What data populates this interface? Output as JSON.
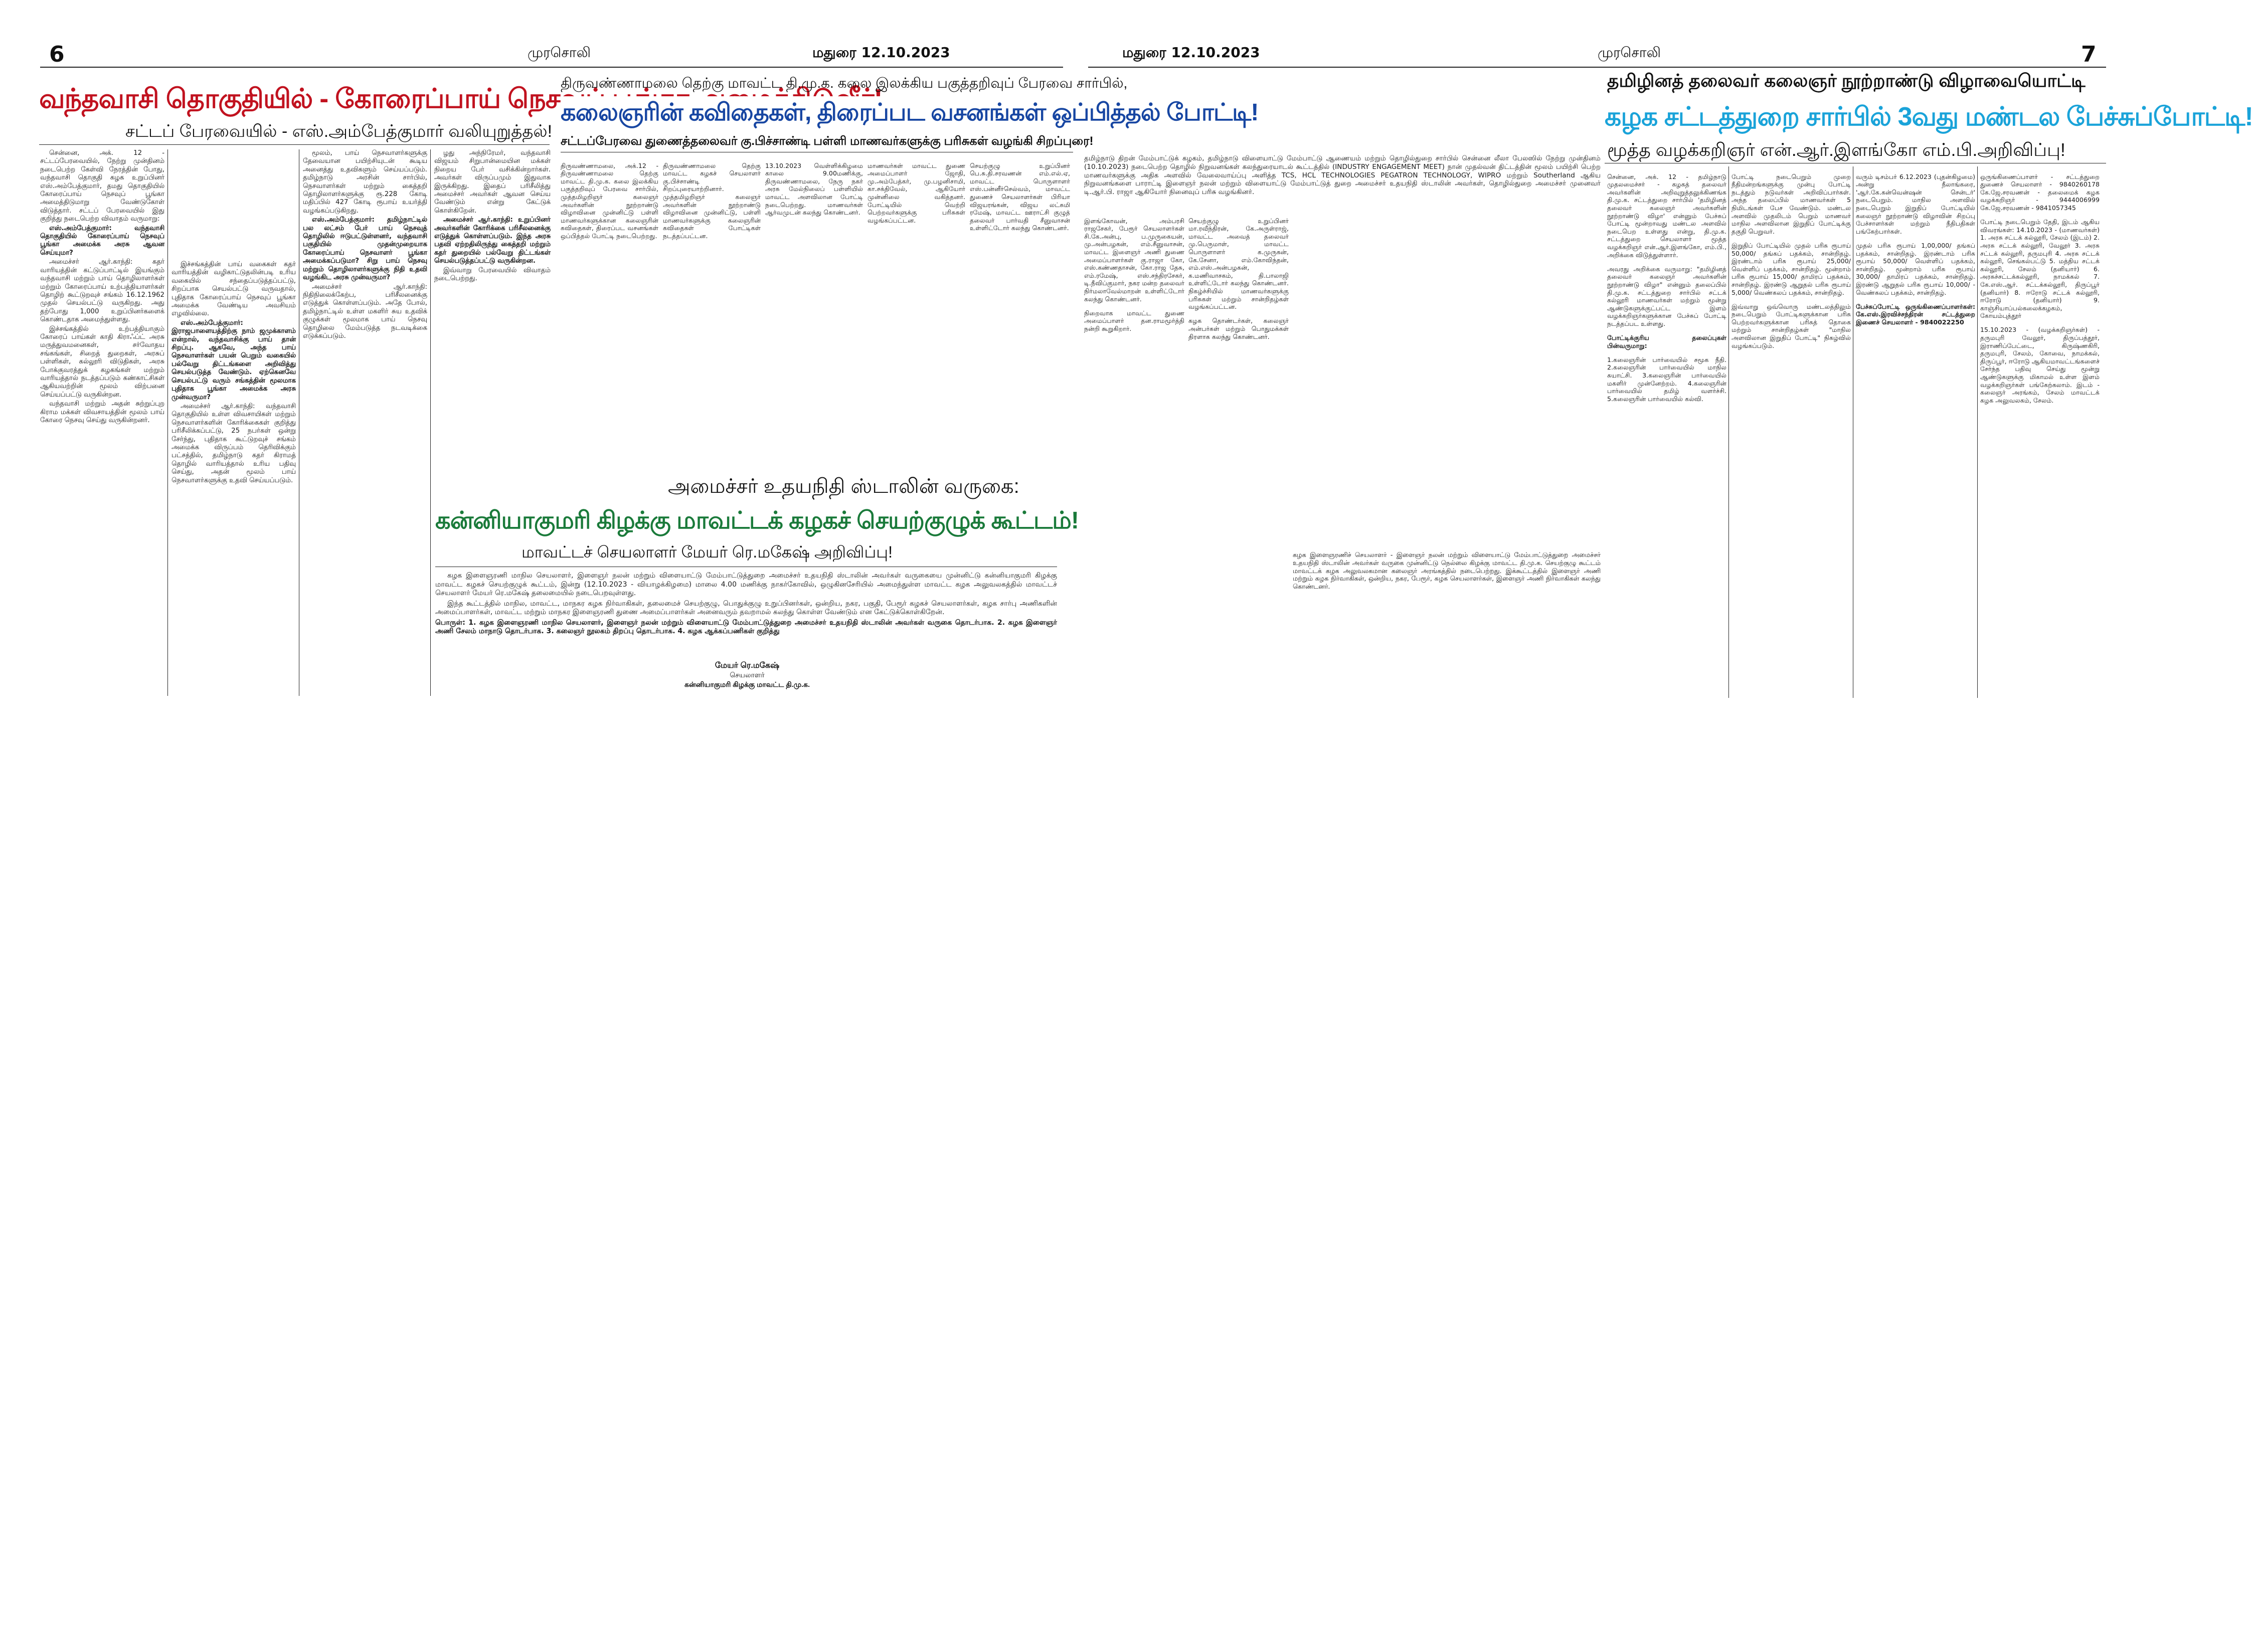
{
  "left_page": {
    "page_number": "6",
    "masthead": "முரசொலி",
    "dateline": "மதுரை 12.10.2023",
    "story1": {
      "headline": "வந்தவாசி தொகுதியில் - கோரைப்பாய் நெசவுப் பூங்கா அமைத்திடுவீர்!",
      "subhead": "சட்டப் பேரவையில் - எஸ்.அம்பேத்குமார் வலியுறுத்தல்!",
      "col1": "சென்னை, அக். 12 - சட்டப்பேரவையில், நேற்று முன்தினம் நடைபெற்ற கேள்வி நேரத்தின் போது, வந்தவாசி தொகுதி கழக உறுப்பினர் எஸ்.அம்பேத்குமார், தமது தொகுதியில் கோரைப்பாய் நெசவுப் பூங்கா அமைத்திடுமாறு வேண்டுகோள் விடுத்தார். சட்டப் பேரவையில் இது குறித்து நடைபெற்ற விவாதம் வருமாறு:",
      "col1b": "எஸ்.அம்பேத்குமார்: வந்தவாசி தொகுதியில் கோரைப்பாய் நெசவுப் பூங்கா அமைக்க அரசு ஆவன செய்யுமா?",
      "col1c": "அமைச்சர் ஆர்.காந்தி: கதர் வாரியத்தின் கட்டுப்பாட்டில் இயங்கும் வந்தவாசி மற்றும் பாய் தொழிலாளர்கள் மற்றும் கோரைப்பாய் உற்பத்தியாளர்கள் தொழிற் கூட்டுறவுச் சங்கம் 16.12.1962 முதல் செயல்பட்டு வருகிறது. அது தற்போது 1,000 உறுப்பினர்களைக் கொண்டதாக அமைந்துள்ளது.",
      "col1d": "இச்சங்கத்தில் உற்பத்தியாகும் கோரைப் பாய்கள் காதி கிராஃப்ட் அரசு மருத்துவமனைகள், சர்வோதய சங்கங்கள், சிறைத் துறைகள், அரசுப் பள்ளிகள், கல்லூரி விடுதிகள், அரசு போக்குவரத்துக் கழகங்கள் மற்றும் வாரியத்தால் நடத்தப்படும் கண்காட்சிகள் ஆகியவற்றின் மூலம் விற்பனை செய்யப்பட்டு வருகின்றன.",
      "col1e": "வந்தவாசி மற்றும் அதன் சுற்றுப்புற கிராம மக்கள் விவசாயத்தின் மூலம் பாய் கோரை நெசவு செய்து வருகின்றனர்.",
      "col2": "இச்சங்கத்தின் பாய் வகைகள் கதர் வாரியத்தின் வழிகாட்டுதலின்படி உரிய வகையில் சந்தைப்படுத்தப்பட்டு, சிறப்பாக செயல்பட்டு வருவதால், புதிதாக கோரைப்பாய் நெசவுப் பூங்கா அமைக்க வேண்டிய அவசியம் எழவில்லை.",
      "col2b": "எஸ்.அம்பேத்குமார்: இராஜபாளையத்திற்கு நாம் ஜமுக்காளம் என்றால், வந்தவாசிக்கு பாய் தான் சிறப்பு. ஆகவே, அந்த பாய் நெசவாளர்கள் பயன் பெறும் வகையில் பல்வேறு திட்டங்களை அறிவித்து செயல்படுத்த வேண்டும். ஏற்கெனவே செயல்பட்டு வரும் சங்கத்தின் மூலமாக புதிதாக பூங்கா அமைக்க அரசு முன்வருமா?",
      "col2c": "அமைச்சர் ஆர்.காந்தி: வந்தவாசி தொகுதியில் உள்ள விவசாயிகள் மற்றும் நெசவாளர்களின் கோரிக்கைகள் குறித்து பரிசீலிக்கப்பட்டு, 25 நபர்கள் ஒன்று சேர்ந்து, புதிதாக கூட்டுறவுச் சங்கம் அமைக்க விருப்பம் தெரிவிக்கும் பட்சத்தில், தமிழ்நாடு கதர் கிராமத் தொழில் வாரியத்தால் உரிய பதிவு செய்து, அதன் மூலம் பாய் நெசவாளர்களுக்கு உதவி செய்யப்படும்.",
      "col3": "மூலம், பாய் நெசவாளர்களுக்கு தேவையான பயிற்சியுடன் கூடிய அனைத்து உதவிகளும் செய்யப்படும். தமிழ்நாடு அரசின் சார்பில், நெசவாளர்கள் மற்றும் கைத்தறி தொழிலாளர்களுக்கு ரூ.228 கோடி மதிப்பில் 427 கோடி ரூபாய் உயர்த்தி வழங்கப்படுகிறது.",
      "col3b": "எஸ்.அம்பேத்குமார்: தமிழ்நாட்டில் பல லட்சம் பேர் பாய் நெசவுத் தொழிலில் ஈடுபட்டுள்ளனர், வந்தவாசி பகுதியில் முதன்முறையாக கோரைப்பாய் நெசவாளர் பூங்கா அமைக்கப்படுமா? சிறு பாய் நெசவு மற்றும் தொழிலாளர்களுக்கு நிதி உதவி வழங்கிட அரசு முன்வருமா?",
      "col3c": "அமைச்சர் ஆர்.காந்தி: நிதிநிலைக்கேற்ப, பரிசீலனைக்கு எடுத்துக் கொள்ளப்படும். அதே போல், தமிழ்நாட்டில் உள்ள மகளிர் சுய உதவிக் குழுக்கள் மூலமாக பாய் நெசவு தொழிலை மேம்படுத்த நடவடிக்கை எடுக்கப்படும்.",
      "col4": "ழது அந்நிரேமர், வந்தவாசி விஜயம் சிறுபான்மையின மக்கள் நிறைய பேர் வசிக்கின்றார்கள். அவர்கள் விருப்பமும் இதுவாக இருக்கிறது. இதைப் பரிசீலித்து அமைச்சர் அவர்கள் ஆவன செய்ய வேண்டும் என்று கேட்டுக் கொள்கிறேன்.",
      "col4b": "அமைச்சர் ஆர்.காந்தி: உறுப்பினர் அவர்களின் கோரிக்கை பரிசீலனைக்கு எடுத்துக் கொள்ளப்படும். இந்த அரசு பதவி ஏற்றதிலிருந்து கைத்தறி மற்றும் கதர் துறையில் பல்வேறு திட்டங்கள் செயல்படுத்தப்பட்டு வருகின்றன.",
      "col4c": "இவ்வாறு பேரவையில் விவாதம் நடைபெற்றது."
    },
    "story2": {
      "kicker": "திருவண்ணாமலை தெற்கு மாவட்ட தி.மு.க. கலை இலக்கிய பகுத்தறிவுப் பேரவை சார்பில்,",
      "headline": "கலைஞரின் கவிதைகள், திரைப்பட வசனங்கள் ஒப்பித்தல் போட்டி!",
      "subhead": "சட்டப்பேரவை துணைத்தலைவர் கு.பிச்சாண்டி பள்ளி மாணவர்களுக்கு பரிசுகள் வழங்கி சிறப்புரை!",
      "body1": "திருவண்ணாமலை, அக்.12 - திருவண்ணாமலை தெற்கு மாவட்ட தி.மு.க. கலை இலக்கிய பகுத்தறிவுப் பேரவை சார்பில், முத்தமிழறிஞர் கலைஞர் அவர்களின் நூற்றாண்டு விழாவினை முன்னிட்டு பள்ளி மாணவர்களுக்கான கலைஞரின் கவிதைகள், திரைப்பட வசனங்கள் ஒப்பித்தல் போட்டி நடைபெற்றது.",
      "body2": "திருவண்ணாமலை தெற்கு மாவட்ட கழகச் செயலாளர் கு.பிச்சாண்டி சிறப்புரையாற்றினார். முத்தமிழறிஞர் கலைஞர் அவர்களின் நூற்றாண்டு விழாவினை முன்னிட்டு, பள்ளி மாணவர்களுக்கு கலைஞரின் கவிதைகள் போட்டிகள் நடத்தப்பட்டன.",
      "body3": "13.10.2023 வெள்ளிக்கிழமை காலை 9.00மணிக்கு, திருவண்ணாமலை, நேரு நகர் அரசு மேல்நிலைப் பள்ளியில் மாவட்ட அளவிலான போட்டி நடைபெற்றது. மாணவர்கள் ஆர்வமுடன் கலந்து கொண்டனர்.",
      "body4": "மாணவர்கள் மாவட்ட துணை அமைப்பாளர் ஜோதி, மு.அம்பேத்கர், மு.பழனிசாமி, கா.சக்திவேல், ஆகியோர் முன்னிலை வகித்தனர். போட்டியில் வெற்றி பெற்றவர்களுக்கு பரிசுகள் வழங்கப்பட்டன.",
      "body5": "செயற்குழு உறுப்பினர் பெ.சு.தி.சரவணன் எம்.எல்.ஏ, மாவட்ட பொருளாளர் எஸ்.பன்னீர்செல்வம், மாவட்ட துணைச் செயலாளர்கள் பிரியா விஜயரங்கன், விஜய லட்சுமி ரமேஷ், மாவட்ட ஊராட்சி குழுத் தலைவர் பார்வதி சீனுவாசன் உள்ளிட்டோர் கலந்து கொண்டனர்."
    },
    "story3": {
      "kicker": "அமைச்சர் உதயநிதி ஸ்டாலின் வருகை:",
      "headline": "கன்னியாகுமரி கிழக்கு மாவட்டக் கழகச் செயற்குழுக் கூட்டம்!",
      "subhead": "மாவட்டச் செயலாளர் மேயர் ரெ.மகேஷ் அறிவிப்பு!",
      "body1": "கழக இளைஞரணி மாநில செயலாளர், இளைஞர் நலன் மற்றும் விளையாட்டு மேம்பாட்டுத்துறை அமைச்சர் உதயநிதி ஸ்டாலின் அவர்கள் வருகையை முன்னிட்டு கன்னியாகுமரி கிழக்கு மாவட்ட கழகச் செயற்குழுக் கூட்டம், இன்று (12.10.2023 - வியாழக்கிழமை) மாலை 4.00 மணிக்கு நாகர்கோவில், ஒழுகினசேரியில் அமைந்துள்ள மாவட்ட கழக அலுவலகத்தில் மாவட்டச் செயலாளர் மேயர் ரெ.மகேஷ் தலைமையில் நடைபெறவுள்ளது.",
      "body2": "இந்த கூட்டத்தில் மாநில, மாவட்ட, மாநகர கழக நிர்வாகிகள், தலைமைச் செயற்குழு, பொதுக்குழு உறுப்பினர்கள், ஒன்றிய, நகர, பகுதி, பேரூர் கழகச் செயலாளர்கள், கழக சார்பு அணிகளின் அமைப்பாளர்கள், மாவட்ட மற்றும் மாநகர இளைஞரணி துணை அமைப்பாளர்கள் அனைவரும் தவறாமல் கலந்து கொள்ள வேண்டும் என கேட்டுக்கொள்கிறேன்.",
      "agenda": "பொருள்: 1. கழக இளைஞரணி மாநில செயலாளர், இளைஞர் நலன் மற்றும் விளையாட்டு மேம்பாட்டுத்துறை அமைச்சர் உதயநிதி ஸ்டாலின் அவர்கள் வருகை தொடர்பாக. 2. கழக இளைஞர் அணி சேலம் மாநாடு தொடர்பாக. 3. கலைஞர் நூலகம் திறப்பு தொடர்பாக. 4. கழக ஆக்கப்பணிகள் குறித்து",
      "signature": "மேயர் ரெ.மகேஷ்",
      "signature_role": "செயலாளர்",
      "signature_district": "கன்னியாகுமரி கிழக்கு மாவட்ட தி.மு.க."
    }
  },
  "right_page": {
    "page_number": "7",
    "masthead": "முரசொலி",
    "dateline": "மதுரை 12.10.2023",
    "story1": {
      "intro": "தமிழ்நாடு திறன் மேம்பாட்டுக் கழகம், தமிழ்நாடு விளையாட்டு மேம்பாட்டு ஆணையம் மற்றும் தொழில்துறை சார்பில் சென்னை லீலா பேலஸில் நேற்று முன்தினம் (10.10.2023) நடைபெற்ற தொழில் நிறுவனங்கள் கலந்துரையாடல் கூட்டத்தில் (INDUSTRY ENGAGEMENT MEET) நான் முதல்வன் திட்டத்தின் மூலம் பயிற்சி பெற்ற மாணவர்களுக்கு அதிக அளவில் வேலைவாய்ப்பு அளித்த TCS, HCL TECHNOLOGIES PEGATRON TECHNOLOGY, WIPRO மற்றும் Southerland ஆகிய நிறுவனங்களை பாராட்டி இளைஞர் நலன் மற்றும் விளையாட்டு மேம்பாட்டுத் துறை அமைச்சர் உதயநிதி ஸ்டாலின் அவர்கள், தொழில்துறை அமைச்சர் முனைவர் டி.ஆர்.பி. ராஜா ஆகியோர் நினைவுப் பரிசு வழங்கினர்.",
      "col1": "இளங்கோவன், அம்பரசி ராஜசேகர், பேரூர் செயலாளர்கள் சி.கே.அன்பு, ப.முருகையன், மு.அன்பழகன், எம்.சீனுவாசன், மாவட்ட இளைஞர் அணி துணை அமைப்பாளர்கள் கு.ராஜா கோ, எஸ்.கண்ணதாசன், கோ.ராஜ தேசு, எம்.ரமேஷ், எஸ்.சந்திரசேகர், டி.நீவிப்குமார், நகர மன்ற தலைவர் நிர்மலாவேல்மாறன் உள்ளிட்டோர் கலந்து கொண்டனர்.",
      "col1b": "நிறைவாக மாவட்ட துணை அமைப்பாளர் தன.ராமமூர்த்தி நன்றி கூறுகிறார்.",
      "col2": "செயற்குழு உறுப்பினர் மா.ரவீந்திரன், கே.அருள்ராஜ், மாவட்ட அவைத் தலைவர் மு.பெருமாள், மாவட்ட பொருளாளர் க.முருகன், கே.சேனா, எம்.கோவிந்தன், எம்.எஸ்.அன்பழகன், க.மணிவாசகம், தி.பாலாஜி உள்ளிட்டோர் கலந்து கொண்டனர். நிகழ்ச்சியில் மாணவர்களுக்கு பரிசுகள் மற்றும் சான்றிதழ்கள் வழங்கப்பட்டன.",
      "col2b": "கழக தொண்டர்கள், கலைஞர் அன்பர்கள் மற்றும் பொதுமக்கள் திரளாக கலந்து கொண்டனர்.",
      "caption": "கழக இளைஞரணிச் செயலாளர் - இளைஞர் நலன் மற்றும் விளையாட்டு மேம்பாட்டுத்துறை அமைச்சர் உதயநிதி ஸ்டாலின் அவர்கள் வருகை முன்னிட்டு நெல்லை கிழக்கு மாவட்ட தி.மு.க. செயற்குழு கூட்டம் மாவட்டக் கழக அலுவலகமான கலைஞர் அரங்கத்தில் நடைபெற்றது. இக்கூட்டத்தில் இளைஞர் அணி மற்றும் கழக நிர்வாகிகள், ஒன்றிய, நகர, பேரூர், கழக செயலாளர்கள், இளைஞர் அணி நிர்வாகிகள் கலந்து கொண்டனர்."
    },
    "story2": {
      "kicker": "தமிழினத் தலைவர் கலைஞர் நூற்றாண்டு விழாவையொட்டி",
      "headline": "கழக சட்டத்துறை சார்பில் 3வது மண்டல பேச்சுப்போட்டி!",
      "subhead": "மூத்த வழக்கறிஞர் என்.ஆர்.இளங்கோ எம்.பி.அறிவிப்பு!",
      "col1": "சென்னை, அக். 12 - தமிழ்நாடு முதலமைச்சர் - கழகத் தலைவர் அவர்களின் அறிவுறுத்தலுக்கிணங்க தி.மு.க. சட்டத்துறை சார்பில் 'தமிழினத் தலைவர் கலைஞர் அவர்களின் நூற்றாண்டு விழா' என்னும் பேச்சுப் போட்டி மூன்றாவது மண்டல அளவில் நடைபெற உள்ளது என்று, தி.மு.க. சட்டத்துறை செயலாளர் மூத்த வழக்கறிஞர் என்.ஆர்.இளங்கோ, எம்.பி., அறிக்கை விடுத்துள்ளார்.",
      "col1b": "அவரது அறிக்கை வருமாறு: \"தமிழினத் தலைவர் கலைஞர் அவர்களின் நூற்றாண்டு விழா\" என்னும் தலைப்பில் தி.மு.க. சட்டத்துறை சார்பில் சட்டக் கல்லூரி மாணவர்கள் மற்றும் மூன்று ஆண்டுகளுக்குட்பட்ட இளம் வழக்கறிஞர்களுக்கான பேச்சுப் போட்டி நடத்தப்பட உள்ளது.",
      "col1c": "போட்டிக்குரிய தலைப்புகள் பின்வருமாறு:",
      "col1d": "1.கலைஞரின் பார்வையில் சமூக நீதி. 2.கலைஞரின் பார்வையில் மாநில சுயாட்சி. 3.கலைஞரின் பார்வையில் மகளிர் முன்னேற்றம். 4.கலைஞரின் பார்வையில் தமிழ் வளர்ச்சி. 5.கலைஞரின் பார்வையில் கல்வி.",
      "col2": "போட்டி நடைபெறும் முறை நீதிமன்றங்களுக்கு முன்பு போட்டி நடத்தும் நடுவர்கள் அறிவிப்பார்கள். அந்த தலைப்பில் மாணவர்கள் 5 நிமிடங்கள் பேச வேண்டும். மண்டல அளவில் முதலிடம் பெறும் மாணவர் மாநில அளவிலான இறுதிப் போட்டிக்கு தகுதி பெறுவர்.",
      "col2b": "இறுதிப் போட்டியில் முதல் பரிசு ரூபாய் 50,000/ தங்கப் பதக்கம், சான்றிதழ். இரண்டாம் பரிசு ரூபாய் 25,000/ வெள்ளிப் பதக்கம், சான்றிதழ். மூன்றாம் பரிசு ரூபாய் 15,000/ தாமிரப் பதக்கம், சான்றிதழ். இரண்டு ஆறுதல் பரிசு ரூபாய் 5,000/ வெண்கலப் பதக்கம், சான்றிதழ்.",
      "col2c": "இவ்வாறு ஒவ்வொரு மண்டலத்திலும் நடைபெறும் போட்டிகளுக்கான பரிசு பெற்றவர்களுக்கான பரிசுத் தொகை மற்றும் சான்றிதழ்கள் \"மாநில அளவிலான இறுதிப் போட்டி\" நிகழ்வில் வழங்கப்படும்.",
      "col3": "வரும் டிசம்பர் 6.12.2023 (புதன்கிழமை) அன்று நீலாங்கரை, 'ஆர்.கே.கன்வென்ஷன் சென்டர்' நடைபெறும். மாநில அளவில் நடைபெறும் இறுதிப் போட்டியில் கலைஞர் நூற்றாண்டு விழாவின் சிறப்பு பேச்சாளர்கள் மற்றும் நீதிபதிகள் பங்கேற்பார்கள்.",
      "col3b": "முதல் பரிசு ரூபாய் 1,00,000/ தங்கப் பதக்கம், சான்றிதழ். இரண்டாம் பரிசு ரூபாய் 50,000/ வெள்ளிப் பதக்கம், சான்றிதழ். மூன்றாம் பரிசு ரூபாய் 30,000/ தாமிரப் பதக்கம், சான்றிதழ். இரண்டு ஆறுதல் பரிசு ரூபாய் 10,000/ - வெண்கலப் பதக்கம், சான்றிதழ்.",
      "col3c": "பேச்சுப்போட்டி ஒருங்கிணைப்பாளர்கள்: கே.எஸ்.இரவிச்சந்திரன் சட்டத்துறை இணைச் செயலாளர் - 9840022250",
      "col4": "ஒருங்கிணைப்பாளர் - சட்டத்துறை துணைச் செயலாளர் - 9840260178 கே.ஜே.சரவணன் - தலைமைக் கழக வழக்கறிஞர் - 9444006999 கே.ஜே.சரவணன் - 9841057345",
      "col4b": "போட்டி நடைபெறும் தேதி, இடம் ஆகிய விவரங்கள்: 14.10.2023 - (மாணவர்கள்) 1. அரசு சட்டக் கல்லூரி, சேலம் (இடம்) 2. அரசு சட்டக் கல்லூரி, வேலூர் 3. அரசு சட்டக் கல்லூரி, தருமபுரி 4. அரசு சட்டக் கல்லூரி, செங்கல்பட்டு 5. மத்திய சட்டக் கல்லூரி, சேலம் (தனியார்) 6. அரசுச்சட்டக்கல்லூரி, நாமக்கல் 7. கே.எஸ்.ஆர். சட்டக்கல்லூரி, திருப்பூர் (தனியார்) 8. ஈரோடு சட்டக் கல்லூரி, ஈரோடு (தனியார்) 9. காஞ்சியாப்பல்கலைக்கழகம், கோயம்புத்தூர்",
      "col4c": "15.10.2023 - (வழக்கறிஞர்கள்) - தருமபுரி வேலூர், திருப்பத்தூர், இராணிப்பேட்டை, கிருஷ்ணகிரி, தருமபுரி, சேலம், கோவை, நாமக்கல், திருப்பூர், ஈரோடு ஆகியமாவட்டங்களைச் சேர்ந்த பதிவு செய்து மூன்று ஆண்டுகளுக்கு மிகாமல் உள்ள இளம் வழக்கறிஞர்கள் பங்கேற்கலாம். இடம் - கலைஞர் அரங்கம், சேலம் மாவட்டக் கழக அலுவலகம், சேலம்."
    }
  }
}
